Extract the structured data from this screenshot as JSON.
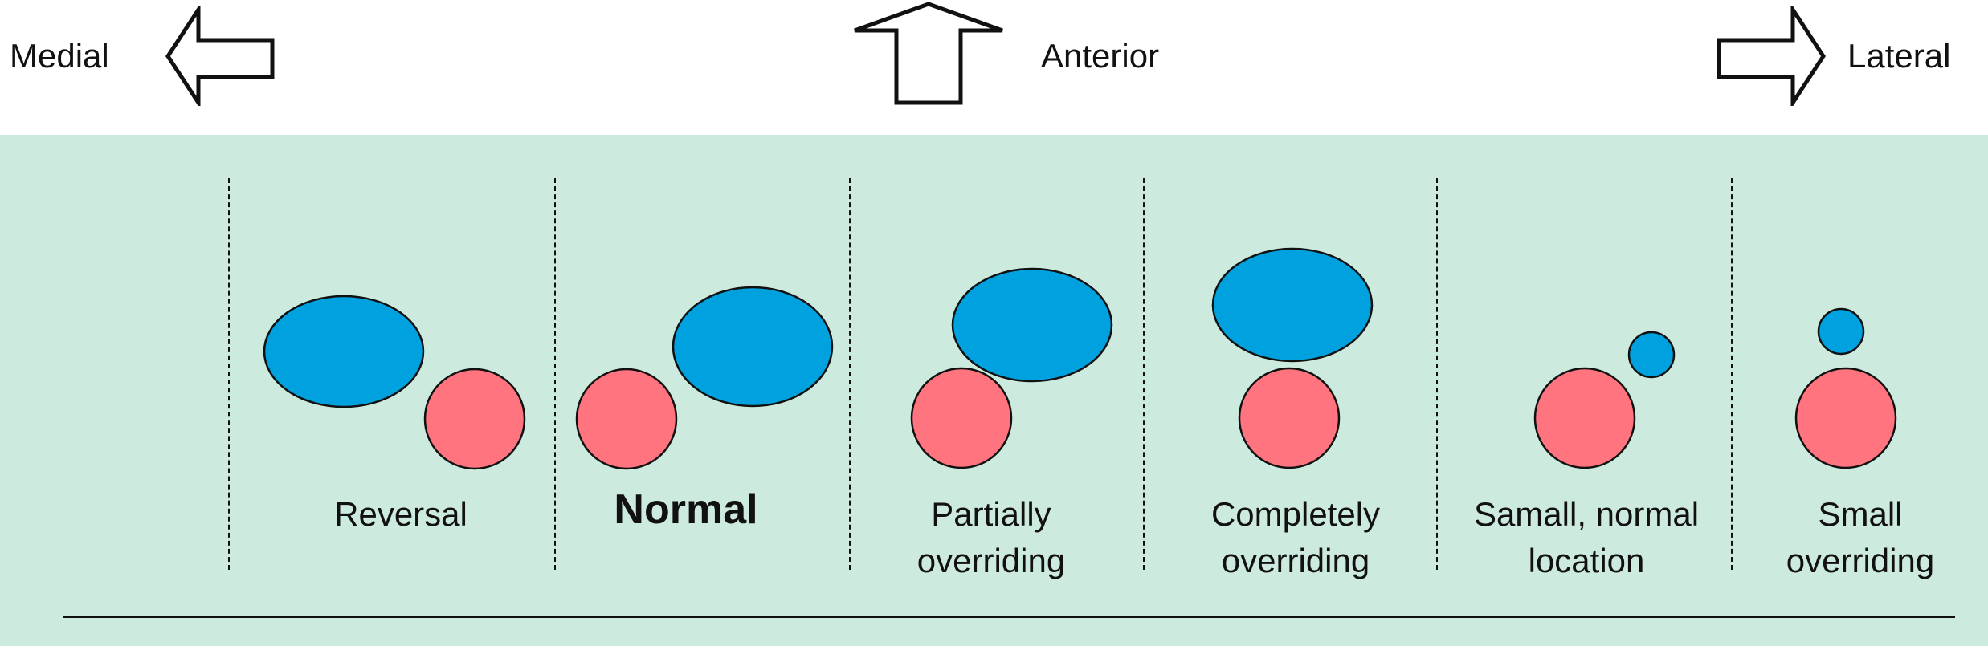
{
  "orientation": {
    "medial": "Medial",
    "anterior": "Anterior",
    "lateral": "Lateral"
  },
  "colors": {
    "panel_background": "#cdeade",
    "blue_structure": "#00a1df",
    "red_structure": "#ff747e"
  },
  "cases": [
    {
      "label": "Reversal"
    },
    {
      "label": "Normal"
    },
    {
      "label": "Partially\noverriding"
    },
    {
      "label": "Completely\noverriding"
    },
    {
      "label": "Samall, normal\nlocation"
    },
    {
      "label": "Small\noverriding"
    }
  ]
}
